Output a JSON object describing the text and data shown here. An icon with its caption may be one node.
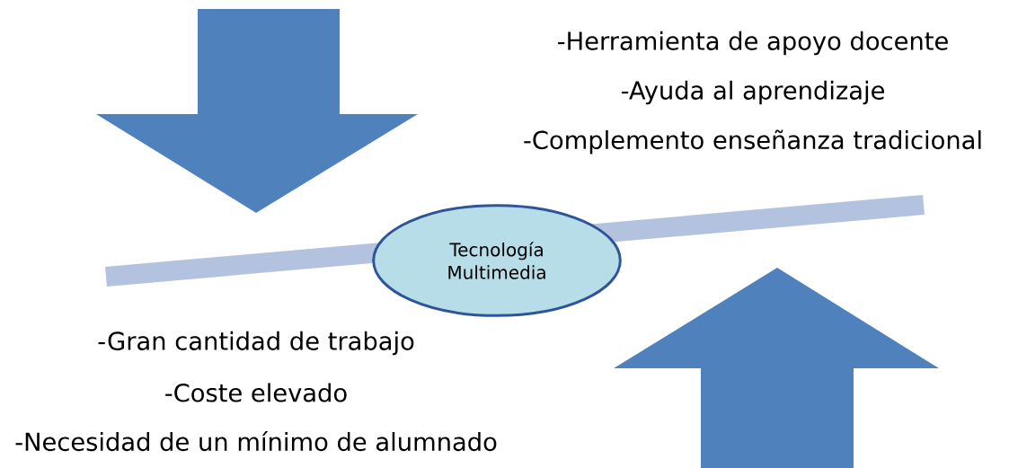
{
  "diagram": {
    "nodes": [
      {
        "text": [
          "Tecnología Multimedia"
        ]
      }
    ],
    "labels": [
      "-Herramienta de apoyo docente",
      "-Ayuda al aprendizaje",
      "-Complemento enseñanza tradicional",
      "-Gran cantidad de trabajo",
      "-Coste elevado",
      "-Necesidad de un mínimo de alumnado"
    ]
  }
}
